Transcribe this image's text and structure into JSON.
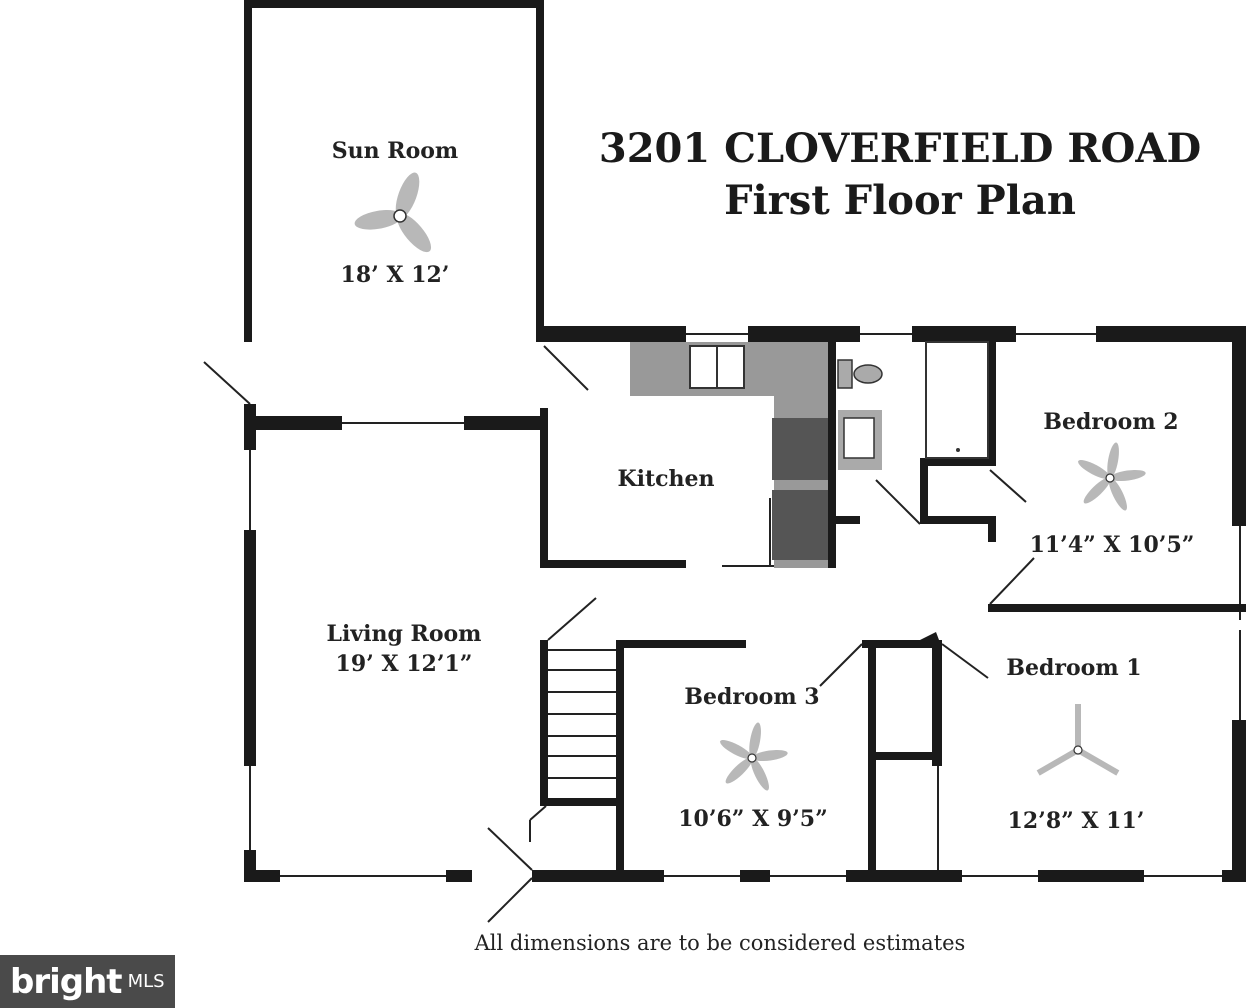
{
  "header": {
    "address": "3201 CLOVERFIELD ROAD",
    "subtitle": "First Floor Plan"
  },
  "rooms": {
    "sun_room": {
      "name": "Sun Room",
      "dims": "18’ X 12’"
    },
    "kitchen": {
      "name": "Kitchen"
    },
    "bedroom2": {
      "name": "Bedroom 2",
      "dims": "11’4” X 10’5”"
    },
    "living_room": {
      "name": "Living Room",
      "dims": "19’ X 12’1”"
    },
    "bedroom3": {
      "name": "Bedroom 3",
      "dims": "10’6” X 9’5”"
    },
    "bedroom1": {
      "name": "Bedroom 1",
      "dims": "12’8” X 11’"
    }
  },
  "footer": {
    "note": "All dimensions are to be considered estimates",
    "logo_word": "bright",
    "logo_mls": "MLS"
  },
  "colors": {
    "wall": "#1a1a1a",
    "fixture": "#999999",
    "fan": "#b8b8b8",
    "logo_bg": "#4a4a4a"
  }
}
